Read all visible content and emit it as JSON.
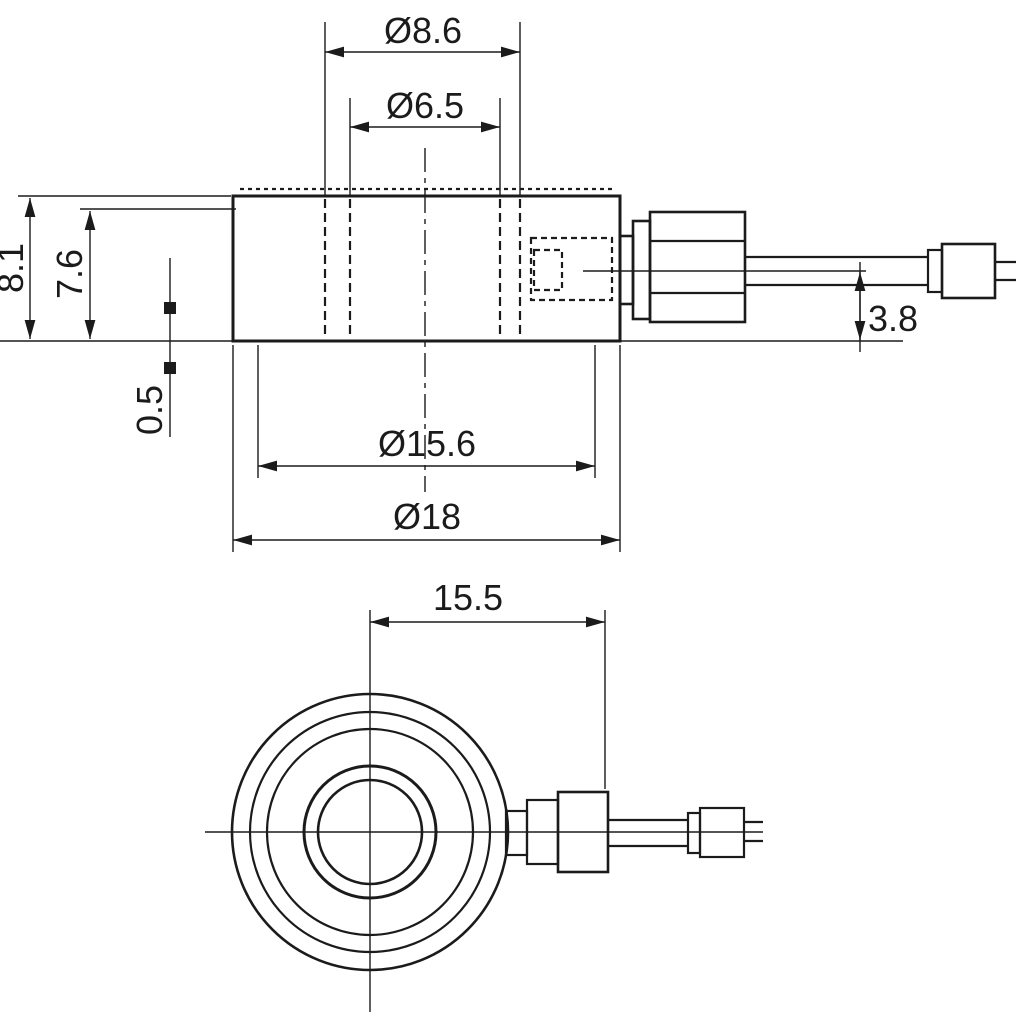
{
  "colors": {
    "line": "#1b1b1b",
    "background": "#ffffff"
  },
  "side_view": {
    "dimensions": {
      "counterbore_diameter": "Ø8.6",
      "hole_diameter": "Ø6.5",
      "total_height": "8.1",
      "body_height": "7.6",
      "step_height": "0.5",
      "cable_center_offset": "3.8",
      "boss_diameter": "Ø15.6",
      "outer_diameter": "Ø18"
    }
  },
  "plan_view": {
    "dimensions": {
      "connector_extension": "15.5"
    }
  }
}
